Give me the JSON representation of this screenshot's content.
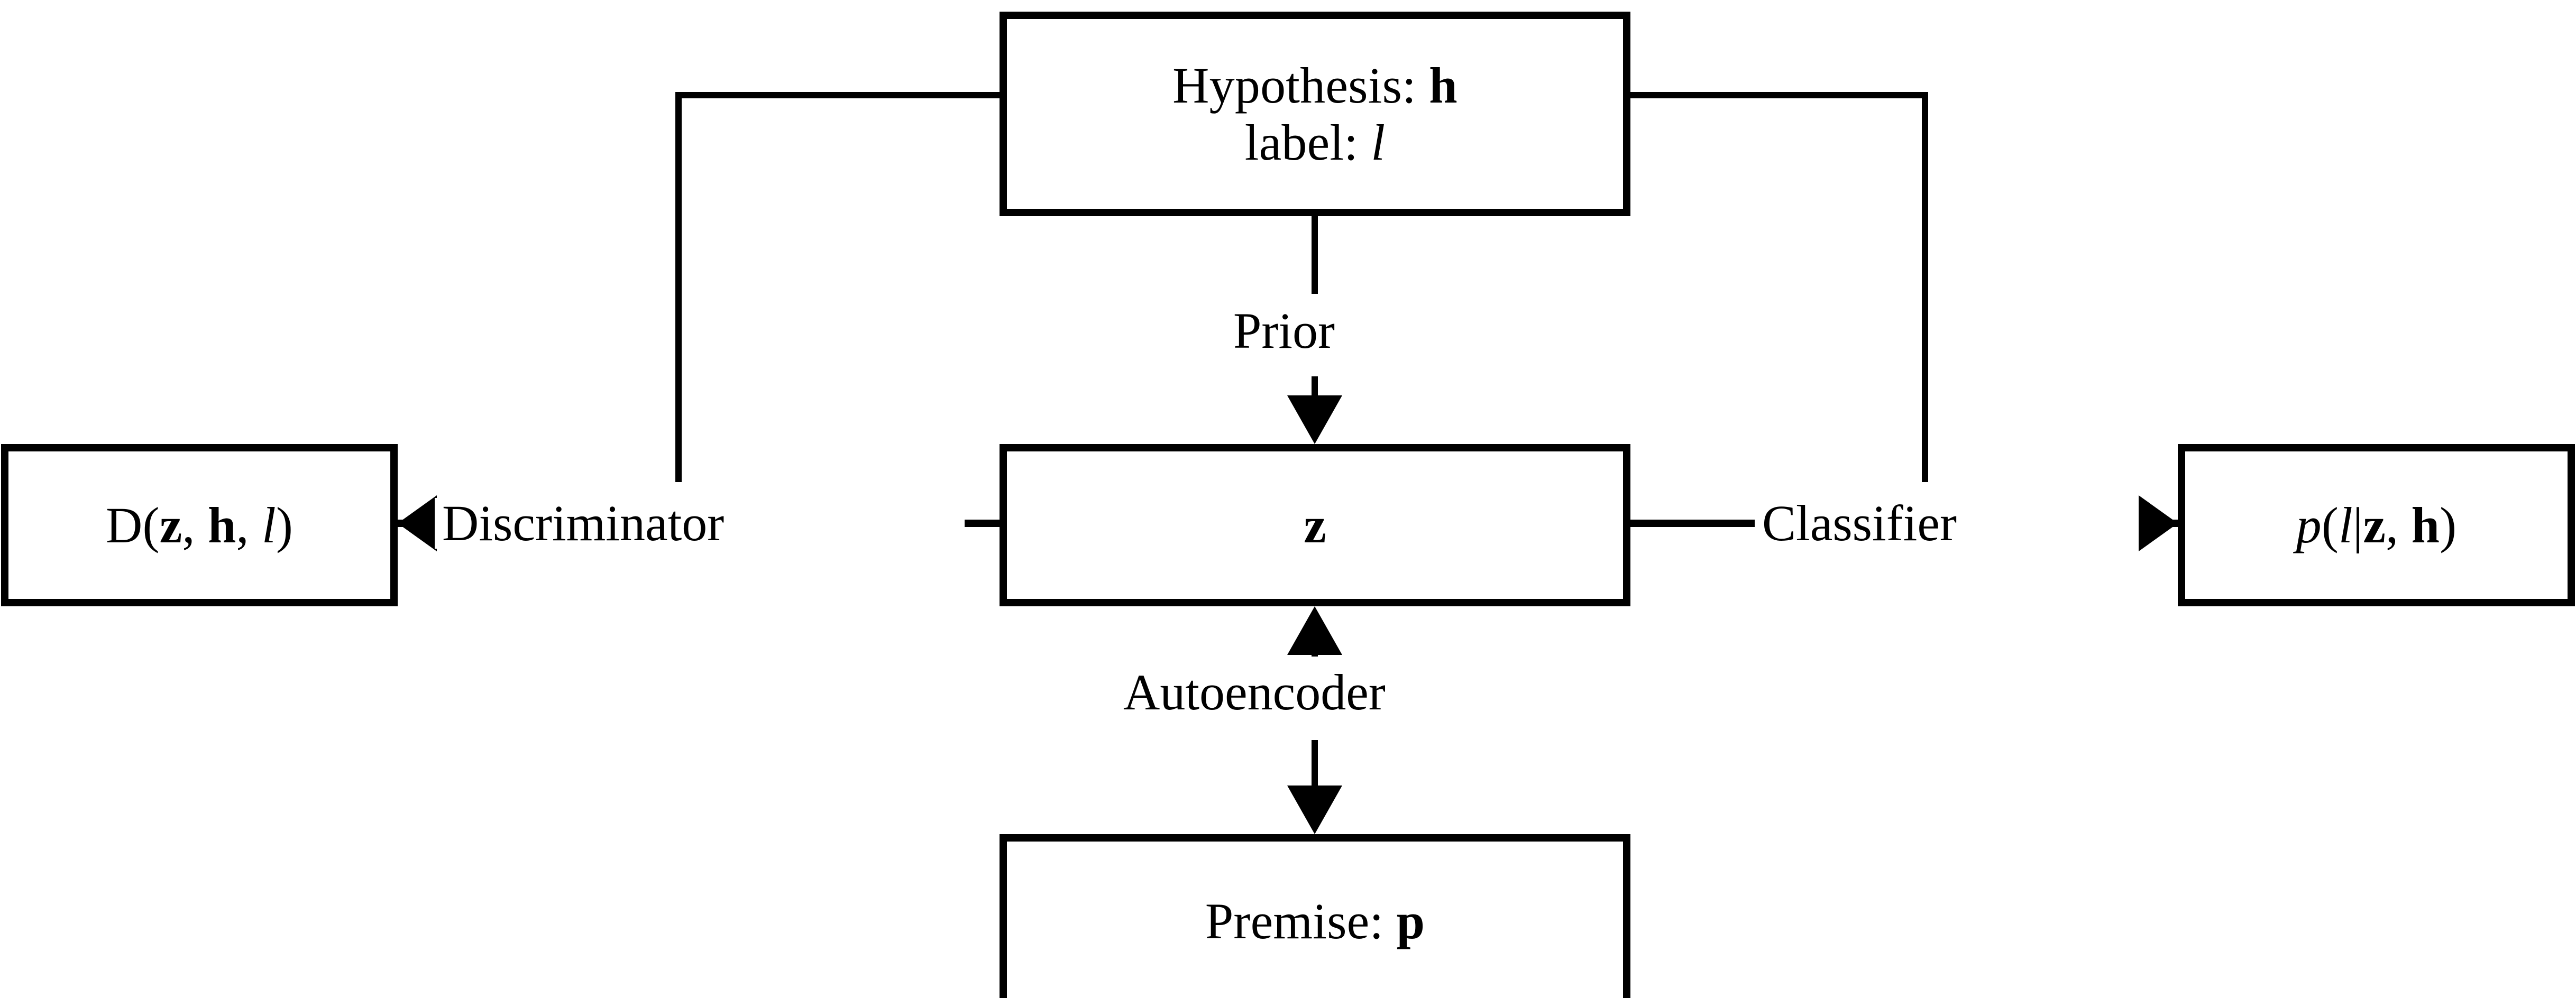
{
  "diagram": {
    "type": "block-flow-diagram",
    "background_color": "#ffffff",
    "stroke_color": "#000000",
    "nodes": {
      "hypothesis": {
        "name": "hypothesis-box",
        "line1_prefix": "Hypothesis: ",
        "line1_symbol": "h",
        "line2_prefix": "label: ",
        "line2_symbol": "l"
      },
      "latent": {
        "name": "latent-variable-box",
        "symbol": "z"
      },
      "premise": {
        "name": "premise-box",
        "prefix": "Premise: ",
        "symbol": "p"
      },
      "discriminator_output": {
        "name": "discriminator-output-box",
        "func": "D(",
        "arg1": "z",
        "sep1": ", ",
        "arg2": "h",
        "sep2": ", ",
        "arg3": "l",
        "close": ")"
      },
      "classifier_output": {
        "name": "classifier-output-box",
        "func": "p",
        "open": "(",
        "arg1": "l",
        "bar": "|",
        "arg2": "z",
        "sep": ", ",
        "arg3": "h",
        "close": ")"
      }
    },
    "edges": [
      {
        "id": "prior",
        "label": "Prior",
        "from": "hypothesis",
        "to": "latent",
        "direction": "down",
        "arrowheads": "single"
      },
      {
        "id": "autoencoder",
        "label": "Autoencoder",
        "from": "premise",
        "to": "latent",
        "direction": "bidirectional",
        "arrowheads": "double"
      },
      {
        "id": "discriminator",
        "label": "Discriminator",
        "from": "latent",
        "to": "discriminator_output",
        "direction": "left",
        "arrowheads": "single"
      },
      {
        "id": "classifier",
        "label": "Classifier",
        "from": "latent",
        "to": "classifier_output",
        "direction": "right",
        "arrowheads": "single"
      },
      {
        "id": "hypothesis-to-discriminator-bracket",
        "label": "",
        "from": "hypothesis",
        "to": "discriminator",
        "direction": "elbow-left",
        "arrowheads": "none"
      },
      {
        "id": "hypothesis-to-classifier-bracket",
        "label": "",
        "from": "hypothesis",
        "to": "classifier",
        "direction": "elbow-right",
        "arrowheads": "none"
      }
    ]
  }
}
